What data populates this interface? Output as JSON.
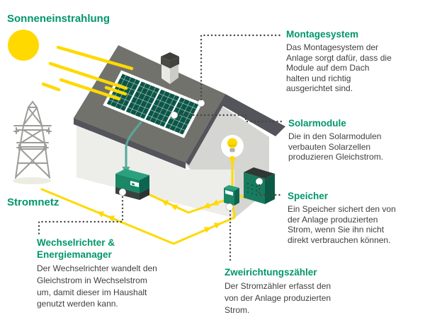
{
  "scene_labels": {
    "sun": "Sonneneinstrahlung",
    "grid": "Stromnetz"
  },
  "annotations": [
    {
      "id": "montagesystem",
      "title": "Montagesystem",
      "lines": [
        "Das Montagesystem der",
        "Anlage sorgt dafür, dass die",
        "Module auf dem Dach",
        "halten und richtig",
        "ausgerichtet sind."
      ]
    },
    {
      "id": "solarmodule",
      "title": "Solarmodule",
      "lines": [
        "Die in den Solarmodulen",
        "verbauten Solarzellen",
        "produzieren Gleichstrom."
      ]
    },
    {
      "id": "speicher",
      "title": "Speicher",
      "lines": [
        "Ein Speicher sichert den von",
        "der Anlage produzierten",
        "Strom, wenn Sie ihn nicht",
        "direkt verbrauchen können."
      ]
    },
    {
      "id": "wechselrichter",
      "title": "Wechselrichter & Energiemanager",
      "lines": [
        "Der Wechselrichter wandelt den",
        "Gleichstrom in Wechselstrom",
        "um, damit dieser im Haushalt",
        "genutzt werden kann."
      ]
    },
    {
      "id": "zweirichtungszaehler",
      "title": "Zweirichtungszähler",
      "lines": [
        "Der Stromzähler erfasst den",
        "von der Anlage produzierten",
        "Strom."
      ]
    }
  ],
  "scene_elements": [
    "sun-icon",
    "sun-rays",
    "power-tower-icon",
    "house",
    "solar-panel",
    "chimney",
    "inverter-device",
    "energy-meter-device",
    "battery-device",
    "lightbulb-icon",
    "dc-cable",
    "grid-wire",
    "leader-lines"
  ],
  "colors": {
    "heading_green": "#00966B",
    "body_text": "#3F3F3F",
    "accent_yellow": "#FFD900",
    "device_green": "#1A8766",
    "panel_green": "#0B5647",
    "roof_gray": "#72726C",
    "roof_dark": "#53555A",
    "wall_light": "#EDEDE9",
    "wall_shaded": "#D5D5D1",
    "cable_teal": "#55AA99",
    "tower_gray": "#9C9C98",
    "leader_gray": "#454545"
  }
}
